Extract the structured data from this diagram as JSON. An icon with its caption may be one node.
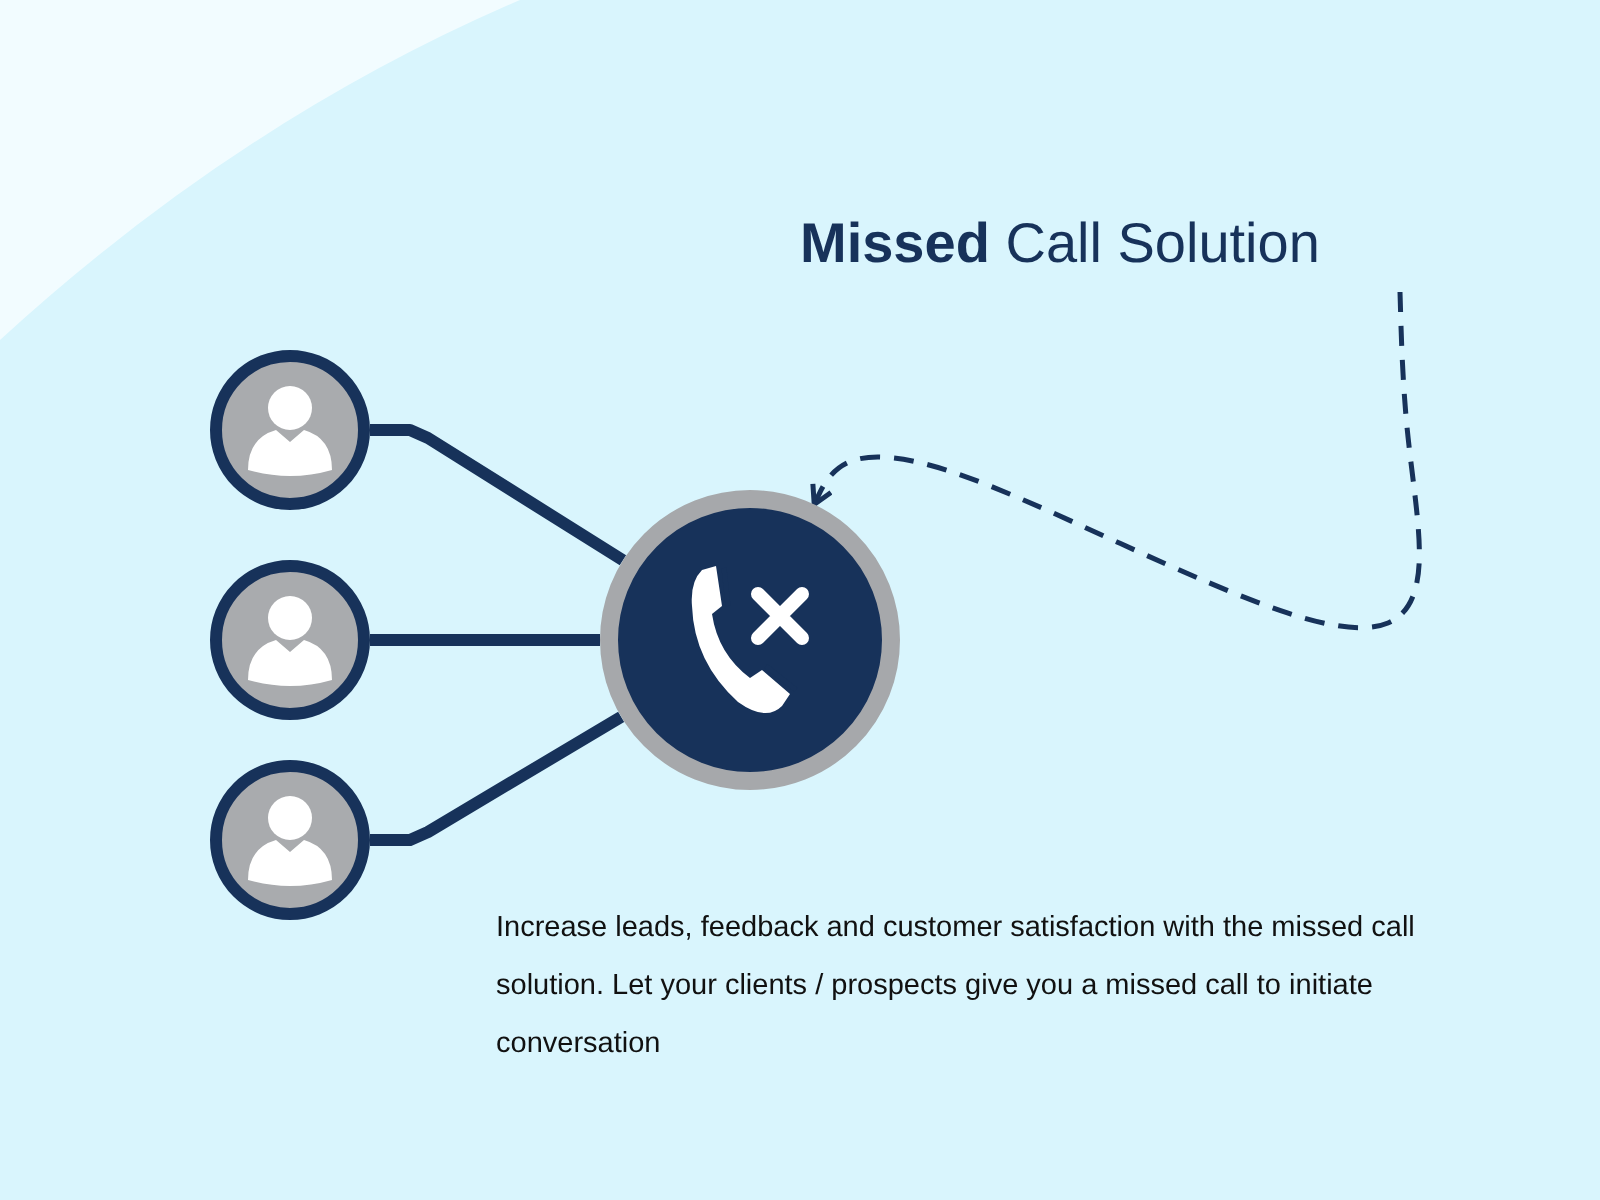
{
  "diagram": {
    "nodes": [
      {
        "text": [],
        "shape": "person"
      },
      {
        "text": [],
        "shape": "person"
      },
      {
        "text": [],
        "shape": "person"
      },
      {
        "text": [],
        "shape": "circle"
      },
      {
        "text": [
          "**Missed** Call Solution"
        ]
      }
    ],
    "edges": [
      {
        "from": 0,
        "to": 3,
        "arrow": "none"
      },
      {
        "from": 1,
        "to": 3,
        "arrow": "none"
      },
      {
        "from": 2,
        "to": 3,
        "arrow": "none"
      },
      {
        "from": 4,
        "to": 3,
        "arrow": "to",
        "style": "dashed"
      }
    ],
    "labels": [
      "Increase leads, feedback and customer satisfaction with the missed call solution. Let your clients / prospects give you a missed call to initiate conversation"
    ]
  }
}
